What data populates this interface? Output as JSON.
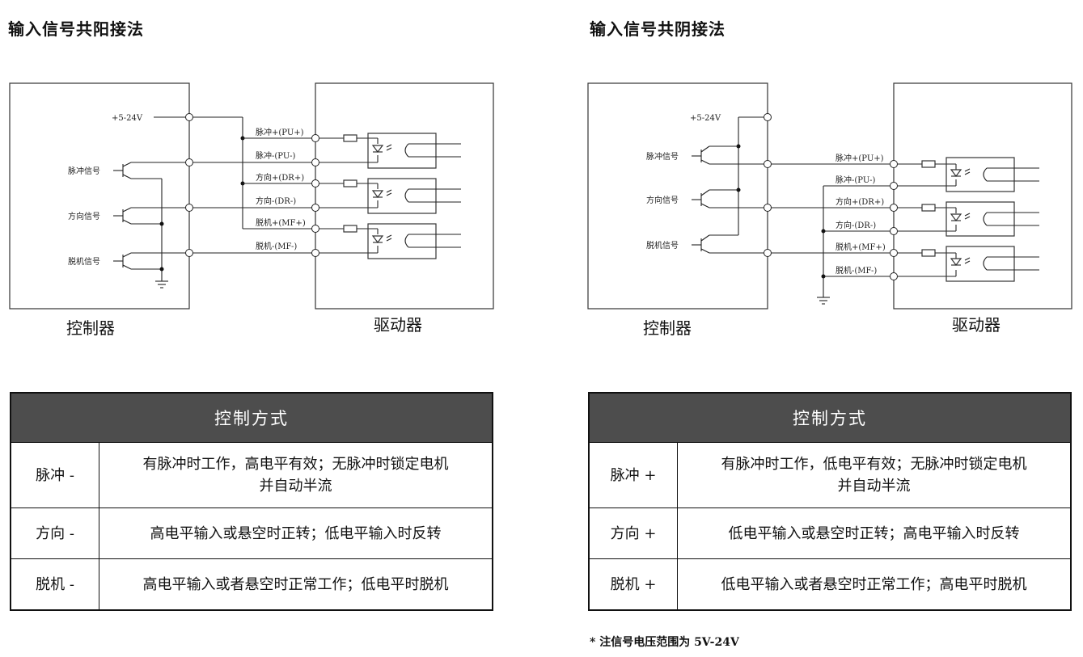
{
  "left": {
    "title": "输入信号共阳接法",
    "controller_label": "控制器",
    "driver_label": "驱动器",
    "supply_label": "+5-24V",
    "signal_labels": [
      "脉冲信号",
      "方向信号",
      "脱机信号"
    ],
    "terminal_labels": [
      "脉冲+(PU+)",
      "脉冲-(PU-)",
      "方向+(DR+)",
      "方向-(DR-)",
      "脱机+(MF+)",
      "脱机-(MF-)"
    ],
    "table": {
      "header": "控制方式",
      "rows": [
        {
          "key": "脉冲 -",
          "line1": "有脉冲时工作，高电平有效；无脉冲时锁定电机",
          "line2": "并自动半流"
        },
        {
          "key": "方向 -",
          "line1": "高电平输入或悬空时正转；低电平输入时反转"
        },
        {
          "key": "脱机 -",
          "line1": "高电平输入或者悬空时正常工作；低电平时脱机"
        }
      ]
    }
  },
  "right": {
    "title": "输入信号共阴接法",
    "controller_label": "控制器",
    "driver_label": "驱动器",
    "supply_label": "+5-24V",
    "signal_labels": [
      "脉冲信号",
      "方向信号",
      "脱机信号"
    ],
    "terminal_labels": [
      "脉冲+(PU+)",
      "脉冲-(PU-)",
      "方向+(DR+)",
      "方向-(DR-)",
      "脱机+(MF+)",
      "脱机-(MF-)"
    ],
    "table": {
      "header": "控制方式",
      "rows": [
        {
          "key": "脉冲 +",
          "line1": "有脉冲时工作，低电平有效；无脉冲时锁定电机",
          "line2": "并自动半流"
        },
        {
          "key": "方向 +",
          "line1": "低电平输入或悬空时正转；高电平输入时反转"
        },
        {
          "key": "脱机 +",
          "line1": "低电平输入或者悬空时正常工作；高电平时脱机"
        }
      ]
    },
    "note": "* 注信号电压范围为 5V-24V"
  }
}
